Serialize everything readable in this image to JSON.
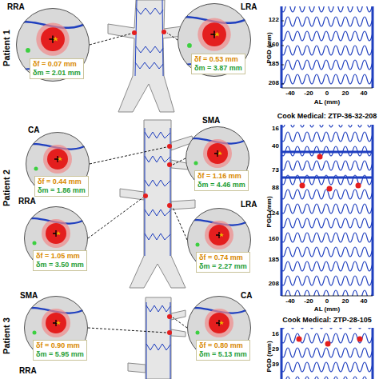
{
  "diagram": {
    "nodes": [
      {
        "text": [
          "RRA"
        ]
      },
      {
        "text": [
          "δf = 0.07 mm",
          "δm = 2.01 mm"
        ],
        "in": 0
      },
      {
        "text": [
          "LRA"
        ]
      },
      {
        "text": [
          "δf = 0.53 mm",
          "δm = 3.87 mm"
        ],
        "in": 2
      },
      {
        "text": [
          "CA"
        ]
      },
      {
        "text": [
          "δf = 0.44 mm",
          "δm = 1.86 mm"
        ],
        "in": 4
      },
      {
        "text": [
          "SMA"
        ]
      },
      {
        "text": [
          "δf = 1.16 mm",
          "δm = 4.46 mm"
        ],
        "in": 6
      },
      {
        "text": [
          "RRA"
        ]
      },
      {
        "text": [
          "δf = 1.05 mm",
          "δm = 3.50 mm"
        ],
        "in": 8
      },
      {
        "text": [
          "LRA"
        ]
      },
      {
        "text": [
          "δf = 0.74 mm",
          "δm = 2.27 mm"
        ],
        "in": 10
      },
      {
        "text": [
          "SMA"
        ]
      },
      {
        "text": [
          "δf = 0.90 mm",
          "δm = 5.95 mm"
        ],
        "in": 12
      },
      {
        "text": [
          "CA"
        ]
      },
      {
        "text": [
          "δf = 0.80 mm",
          "δm = 5.13 mm"
        ],
        "in": 14
      }
    ],
    "labels": [
      "Patient 1",
      "Patient 2",
      "Patient 3",
      "RRA",
      "PGD (mm)",
      "122",
      "160",
      "185",
      "208",
      "-40",
      "-20",
      "0",
      "20",
      "40",
      "AL (mm)",
      "Cook Medical: ZTP-36-32-208",
      "PGD (mm)",
      "16",
      "40",
      "73",
      "88",
      "124",
      "160",
      "185",
      "208",
      "-40",
      "-20",
      "0",
      "20",
      "40",
      "AL (mm)",
      "Cook Medical: ZTP-28-105",
      "PGD (mm)",
      "16",
      "29",
      "39"
    ]
  }
}
